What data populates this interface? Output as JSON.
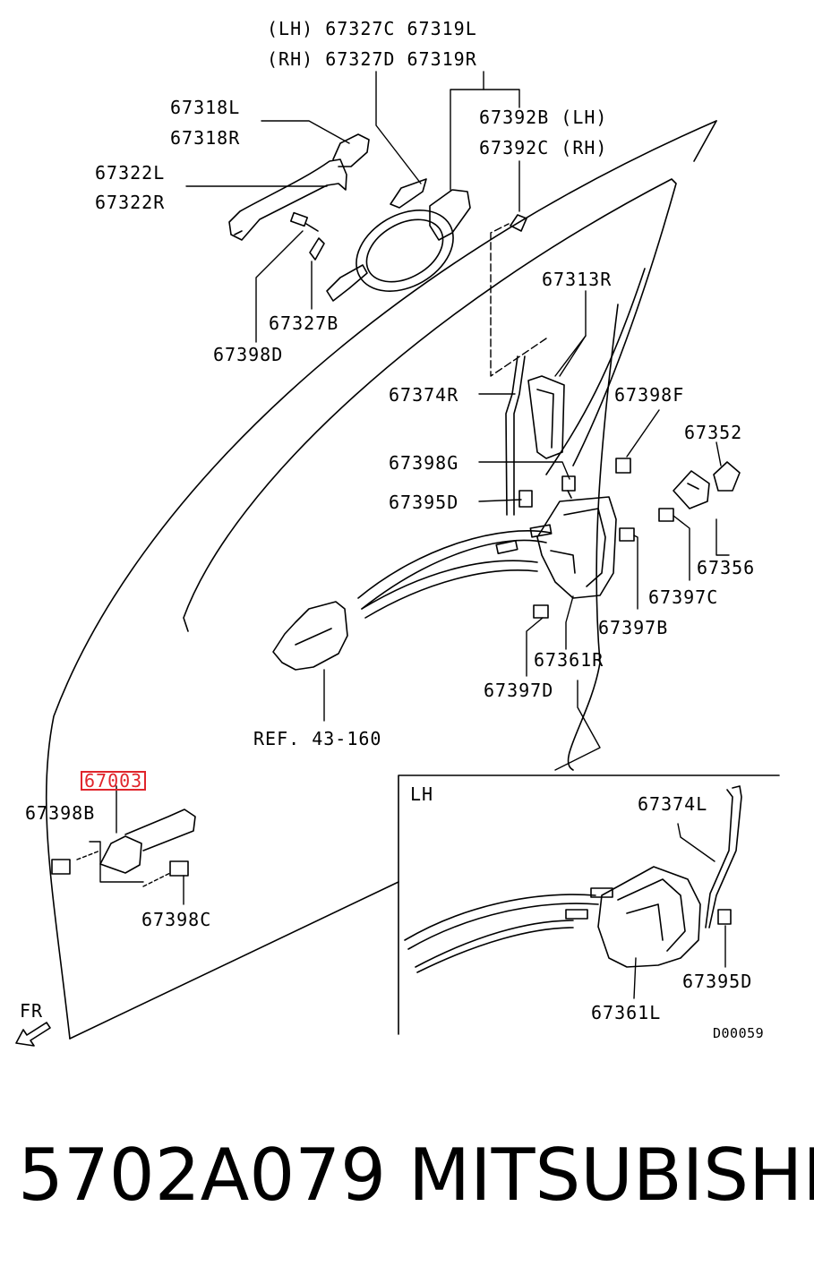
{
  "labels": {
    "lh_67327c_67319l": "(LH) 67327C 67319L",
    "rh_67327d_67319r": "(RH) 67327D 67319R",
    "l_67318l": "67318L",
    "l_67318r": "67318R",
    "l_67322l": "67322L",
    "l_67322r": "67322R",
    "l_67392b": "67392B (LH)",
    "l_67392c": "67392C (RH)",
    "l_67327b": "67327B",
    "l_67398d": "67398D",
    "l_67313r": "67313R",
    "l_67374r": "67374R",
    "l_67398f": "67398F",
    "l_67352": "67352",
    "l_67398g": "67398G",
    "l_67395d": "67395D",
    "l_67356": "67356",
    "l_67397c": "67397C",
    "l_67397b": "67397B",
    "l_67361r": "67361R",
    "l_67397d": "67397D",
    "l_ref": "REF. 43-160",
    "l_67003": "67003",
    "l_67398b": "67398B",
    "l_67398c": "67398C",
    "l_fr": "FR",
    "inset_lh": "LH",
    "l_67374l": "67374L",
    "l_67395d_lh": "67395D",
    "l_67361l": "67361L",
    "l_d00059": "D00059"
  },
  "footer": {
    "part_number": "5702A079",
    "brand": "MITSUBISHI"
  },
  "colors": {
    "highlight": "#e0252c",
    "ink": "#000000"
  }
}
